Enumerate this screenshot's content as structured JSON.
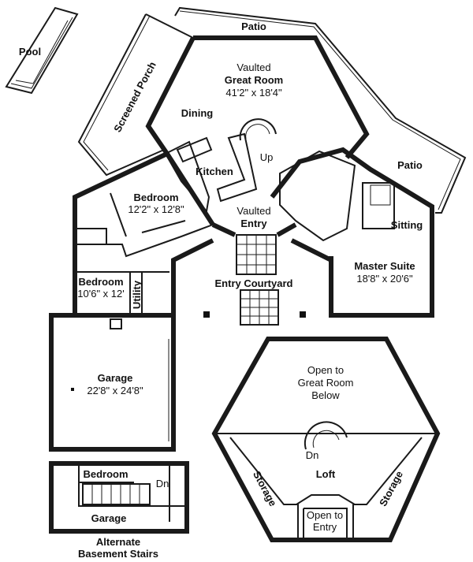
{
  "labels": {
    "pool": "Pool",
    "patio_top": "Patio",
    "patio_right": "Patio",
    "screened_porch": "Screened Porch",
    "great_room_line1": "Vaulted",
    "great_room_line2": "Great Room",
    "great_room_dims": "41'2\" x 18'4\"",
    "dining": "Dining",
    "kitchen": "Kitchen",
    "up": "Up",
    "bedroom1": "Bedroom",
    "bedroom1_dims": "12'2\" x 12'8\"",
    "vaulted_entry_line1": "Vaulted",
    "vaulted_entry_line2": "Entry",
    "sitting": "Sitting",
    "master_suite": "Master Suite",
    "master_suite_dims": "18'8\" x 20'6\"",
    "bedroom2": "Bedroom",
    "bedroom2_dims": "10'6\" x 12'",
    "utility": "Utility",
    "entry_courtyard": "Entry Courtyard",
    "garage": "Garage",
    "garage_dims": "22'8\" x 24'8\"",
    "open_line1": "Open to",
    "open_line2": "Great Room",
    "open_line3": "Below",
    "dn_loft": "Dn",
    "loft": "Loft",
    "storage_left": "Storage",
    "storage_right": "Storage",
    "open_entry_line1": "Open to",
    "open_entry_line2": "Entry",
    "alt_bedroom": "Bedroom",
    "alt_dn": "Dn",
    "alt_garage": "Garage",
    "alt_caption_line1": "Alternate",
    "alt_caption_line2": "Basement Stairs"
  }
}
